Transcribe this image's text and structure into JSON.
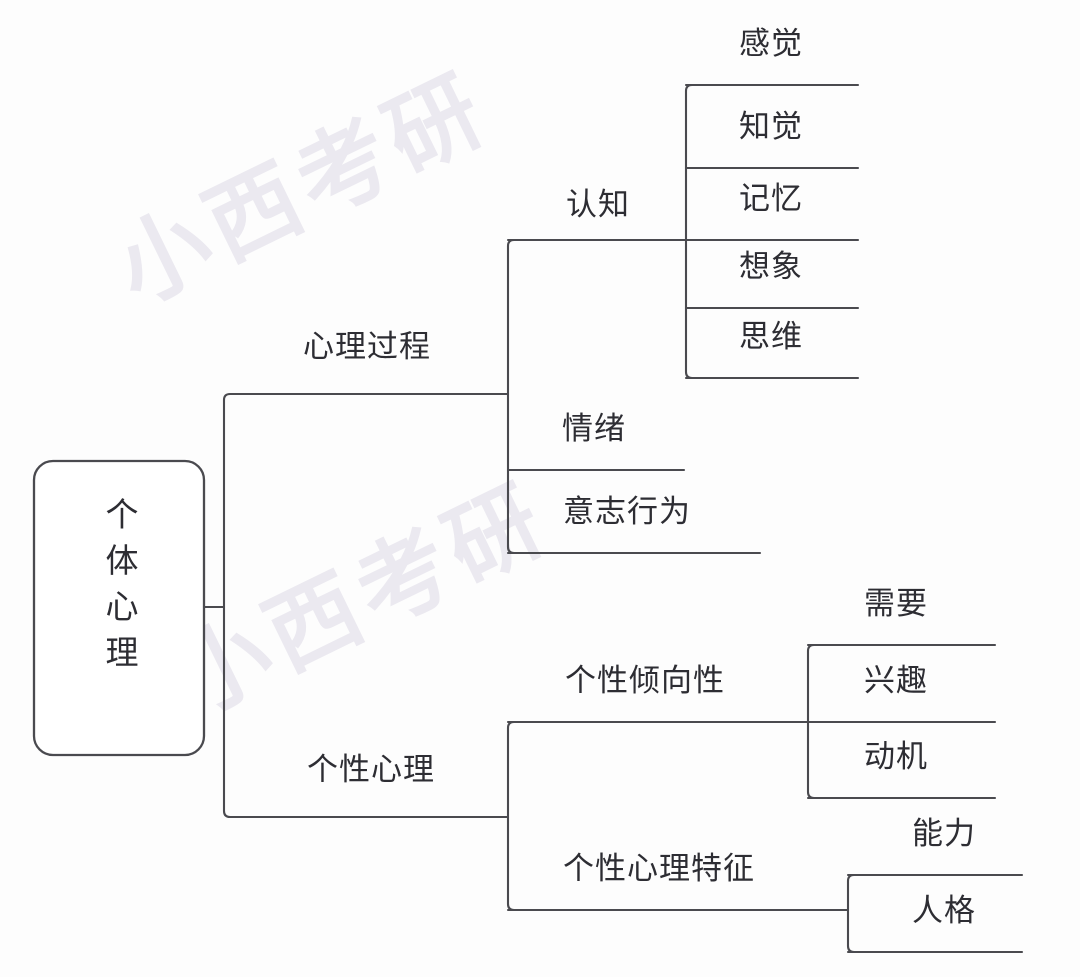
{
  "diagram": {
    "title": "个体心理",
    "type": "mind-map",
    "root": {
      "label": "个体心理",
      "orientation": "vertical-text"
    },
    "level1": [
      {
        "id": "mental-process",
        "label": "心理过程"
      },
      {
        "id": "personality-psychology",
        "label": "个性心理"
      }
    ],
    "level2": [
      {
        "id": "cognition",
        "label": "认知",
        "parent": "mental-process"
      },
      {
        "id": "emotion",
        "label": "情绪",
        "parent": "mental-process"
      },
      {
        "id": "volition",
        "label": "意志行为",
        "parent": "mental-process"
      },
      {
        "id": "personality-tendency",
        "label": "个性倾向性",
        "parent": "personality-psychology"
      },
      {
        "id": "personality-traits",
        "label": "个性心理特征",
        "parent": "personality-psychology"
      }
    ],
    "level3": [
      {
        "id": "sensation",
        "label": "感觉",
        "parent": "cognition"
      },
      {
        "id": "perception",
        "label": "知觉",
        "parent": "cognition"
      },
      {
        "id": "memory",
        "label": "记忆",
        "parent": "cognition"
      },
      {
        "id": "imagination",
        "label": "想象",
        "parent": "cognition"
      },
      {
        "id": "thinking",
        "label": "思维",
        "parent": "cognition"
      },
      {
        "id": "need",
        "label": "需要",
        "parent": "personality-tendency"
      },
      {
        "id": "interest",
        "label": "兴趣",
        "parent": "personality-tendency"
      },
      {
        "id": "motivation",
        "label": "动机",
        "parent": "personality-tendency"
      },
      {
        "id": "ability",
        "label": "能力",
        "parent": "personality-traits"
      },
      {
        "id": "character",
        "label": "人格",
        "parent": "personality-traits"
      }
    ],
    "watermark": {
      "text": "小西考研"
    },
    "colors": {
      "line": "#4a4a4f",
      "text": "#2d2d33",
      "background": "#fdfdfd",
      "watermark": "#ebe9f0"
    }
  }
}
